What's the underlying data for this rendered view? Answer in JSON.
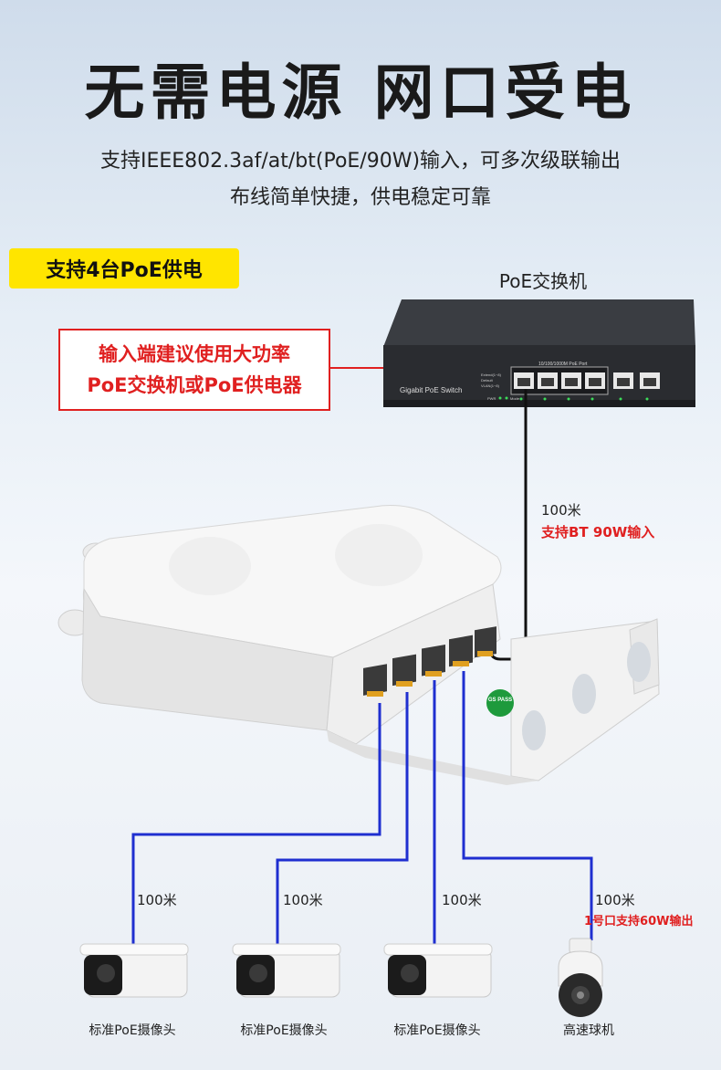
{
  "headline": "无需电源  网口受电",
  "subline1": "支持IEEE802.3af/at/bt(PoE/90W)输入，可多次级联输出",
  "subline2": "布线简单快捷，供电稳定可靠",
  "badge": "支持4台PoE供电",
  "switch": {
    "label": "PoE交换机",
    "brand": "Gigabit PoE Switch",
    "port_header": "10/100/1000M PoE Port",
    "indicators": [
      "Extend(1~8)",
      "Default",
      "VLAN(1~8)"
    ],
    "power_label": "PWR",
    "mode_label": "Mode"
  },
  "note": {
    "line1": "输入端建议使用大功率",
    "line2": "PoE交换机或PoE供电器"
  },
  "uplink": {
    "distance": "100米",
    "input_note": "支持BT 90W输入"
  },
  "device_badge": "GS\nPASS",
  "cameras": [
    {
      "distance": "100米",
      "label": "标准PoE摄像头"
    },
    {
      "distance": "100米",
      "label": "标准PoE摄像头"
    },
    {
      "distance": "100米",
      "label": "标准PoE摄像头"
    },
    {
      "distance": "100米",
      "label": "高速球机",
      "note": "1号口支持60W输出"
    }
  ],
  "colors": {
    "accent_yellow": "#ffe500",
    "note_red": "#e02020",
    "cable_blue": "#1f2fd0",
    "cable_black": "#111111"
  }
}
